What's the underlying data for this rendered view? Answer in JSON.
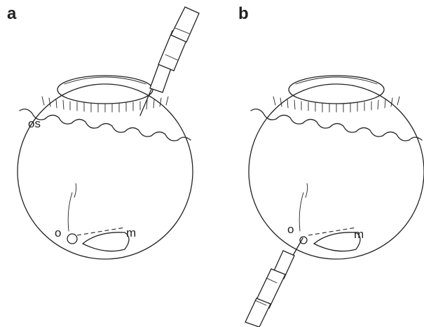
{
  "panels": [
    {
      "label": "a",
      "callouts": {
        "ora_serrata": "os",
        "optic_disc": "o",
        "macula": "m"
      }
    },
    {
      "label": "b",
      "callouts": {
        "optic_disc": "o",
        "macula": "m"
      }
    }
  ]
}
